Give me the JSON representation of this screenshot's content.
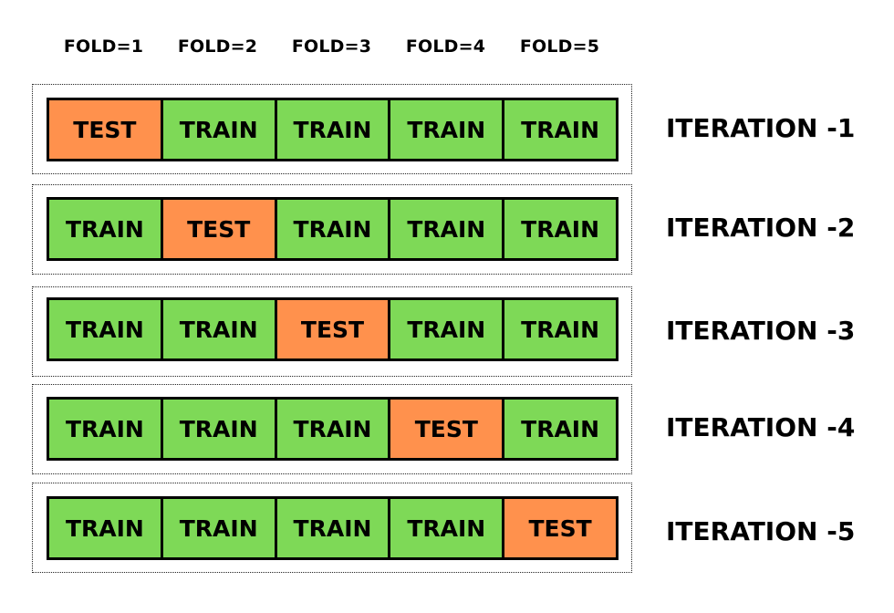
{
  "diagram": {
    "fold_headers": [
      "FOLD=1",
      "FOLD=2",
      "FOLD=3",
      "FOLD=4",
      "FOLD=5"
    ],
    "colors": {
      "train": "#7ed957",
      "test": "#ff914d",
      "border": "#000000"
    },
    "iterations": [
      {
        "label": "ITERATION -1",
        "cells": [
          "TEST",
          "TRAIN",
          "TRAIN",
          "TRAIN",
          "TRAIN"
        ]
      },
      {
        "label": "ITERATION -2",
        "cells": [
          "TRAIN",
          "TEST",
          "TRAIN",
          "TRAIN",
          "TRAIN"
        ]
      },
      {
        "label": "ITERATION -3",
        "cells": [
          "TRAIN",
          "TRAIN",
          "TEST",
          "TRAIN",
          "TRAIN"
        ]
      },
      {
        "label": "ITERATION -4",
        "cells": [
          "TRAIN",
          "TRAIN",
          "TRAIN",
          "TEST",
          "TRAIN"
        ]
      },
      {
        "label": "ITERATION -5",
        "cells": [
          "TRAIN",
          "TRAIN",
          "TRAIN",
          "TRAIN",
          "TEST"
        ]
      }
    ]
  }
}
